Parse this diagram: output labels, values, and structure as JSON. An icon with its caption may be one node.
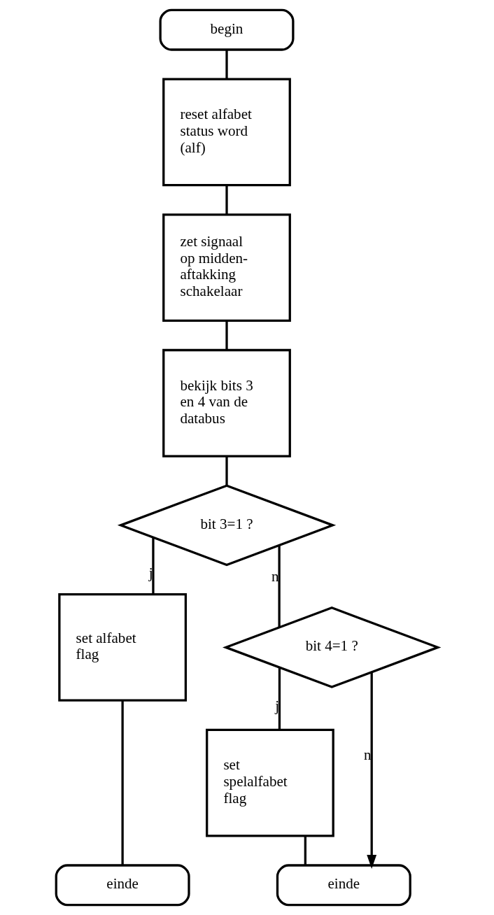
{
  "diagram": {
    "nodes": [
      {
        "text": [
          "begin"
        ]
      },
      {
        "text": [
          "reset alfabet status word (alf)"
        ]
      },
      {
        "text": [
          "zet signaal op midden- aftakking schakelaar"
        ]
      },
      {
        "text": [
          "bekijk bits 3 en 4 van de databus"
        ]
      },
      {
        "text": [
          "bit 3=1 ?"
        ]
      },
      {
        "text": [
          "set alfabet flag"
        ]
      },
      {
        "text": [
          "bit 4=1 ?"
        ]
      },
      {
        "text": [
          "set spelalfabet flag"
        ]
      },
      {
        "text": [
          "einde"
        ]
      },
      {
        "text": [
          "einde"
        ]
      }
    ],
    "edges": [
      {
        "from": 0,
        "to": 1,
        "arrow": "none"
      },
      {
        "from": 1,
        "to": 2,
        "arrow": "none"
      },
      {
        "from": 2,
        "to": 3,
        "arrow": "none"
      },
      {
        "from": 3,
        "to": 4,
        "arrow": "none"
      },
      {
        "from": 4,
        "to": 5,
        "arrow": "none",
        "label": "j"
      },
      {
        "from": 4,
        "to": 6,
        "arrow": "none",
        "label": "n"
      },
      {
        "from": 6,
        "to": 7,
        "arrow": "none",
        "label": "j"
      },
      {
        "from": 6,
        "to": 9,
        "arrow": "to",
        "label": "n"
      },
      {
        "from": 5,
        "to": 8,
        "arrow": "none"
      },
      {
        "from": 7,
        "to": 9,
        "arrow": "none"
      }
    ]
  }
}
